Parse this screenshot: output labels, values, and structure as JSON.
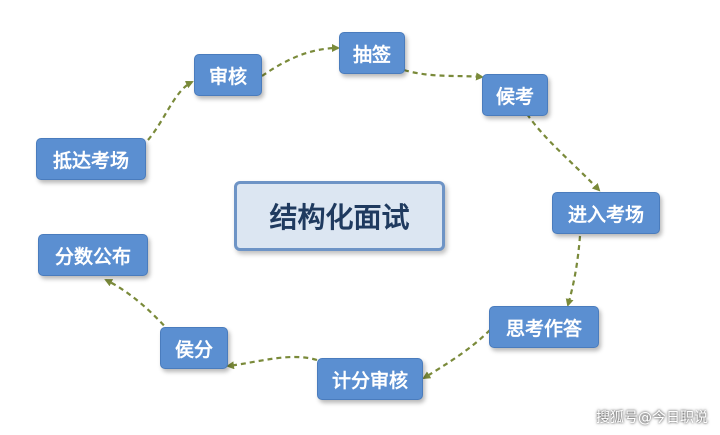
{
  "diagram": {
    "center_label": "结构化面试",
    "nodes": {
      "shenhe": "审核",
      "chouqian": "抽签",
      "houkao": "候考",
      "jinru": "进入考场",
      "sikao": "思考作答",
      "jifen": "计分审核",
      "houfen": "侯分",
      "fenshu": "分数公布",
      "dida": "抵达考场"
    }
  },
  "colors": {
    "node_fill": "#5b8fd1",
    "center_fill": "#dce6f2",
    "center_border": "#6e94c6",
    "arrow": "#7a8a3a"
  },
  "watermark": "搜狐号@今日职说"
}
